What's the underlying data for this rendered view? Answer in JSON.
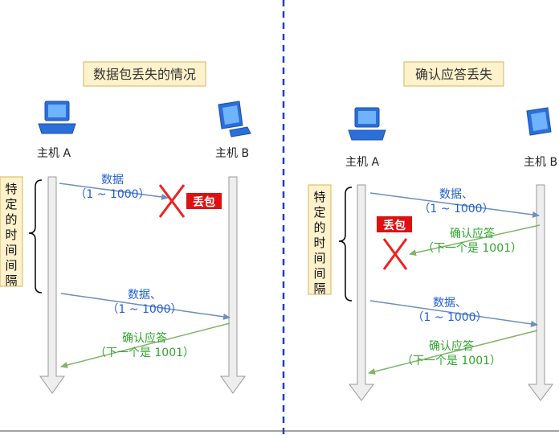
{
  "colors": {
    "data_arrow": "#6c8ebf",
    "ack_arrow": "#82b366",
    "data_text": "#1f5fd6",
    "ack_text": "#2ea52e",
    "title_fill": "#fff2cc",
    "title_stroke": "#d6b656",
    "loss_badge": "#dd1111",
    "cross": "#ee2222",
    "divider": "#1a3fd1",
    "timeline_fill": "#eeeeee",
    "timeline_stroke": "#999999"
  },
  "panels": {
    "left": {
      "title": "数据包丢失的情况",
      "host_a": "主机 A",
      "host_b": "主机 B",
      "interval_label": "特定的时间间隔",
      "messages": {
        "data1_l1": "数据",
        "data1_l2": "（1 ~ 1000）",
        "loss": "丢包",
        "data2_l1": "数据、",
        "data2_l2": "（1 ~ 1000）",
        "ack_l1": "确认应答",
        "ack_l2": "（下一个是 1001）"
      }
    },
    "right": {
      "title": "确认应答丢失",
      "host_a": "主机 A",
      "host_b": "主机 B",
      "interval_label": "特定的时间间隔",
      "messages": {
        "data1_l1": "数据、",
        "data1_l2": "（1 ~ 1000）",
        "loss": "丢包",
        "ack1_l1": "确认应答",
        "ack1_l2": "（下一个是 1001）",
        "data2_l1": "数据、",
        "data2_l2": "（1 ~ 1000）",
        "ack2_l1": "确认应答",
        "ack2_l2": "（下一个是 1001）"
      }
    }
  }
}
